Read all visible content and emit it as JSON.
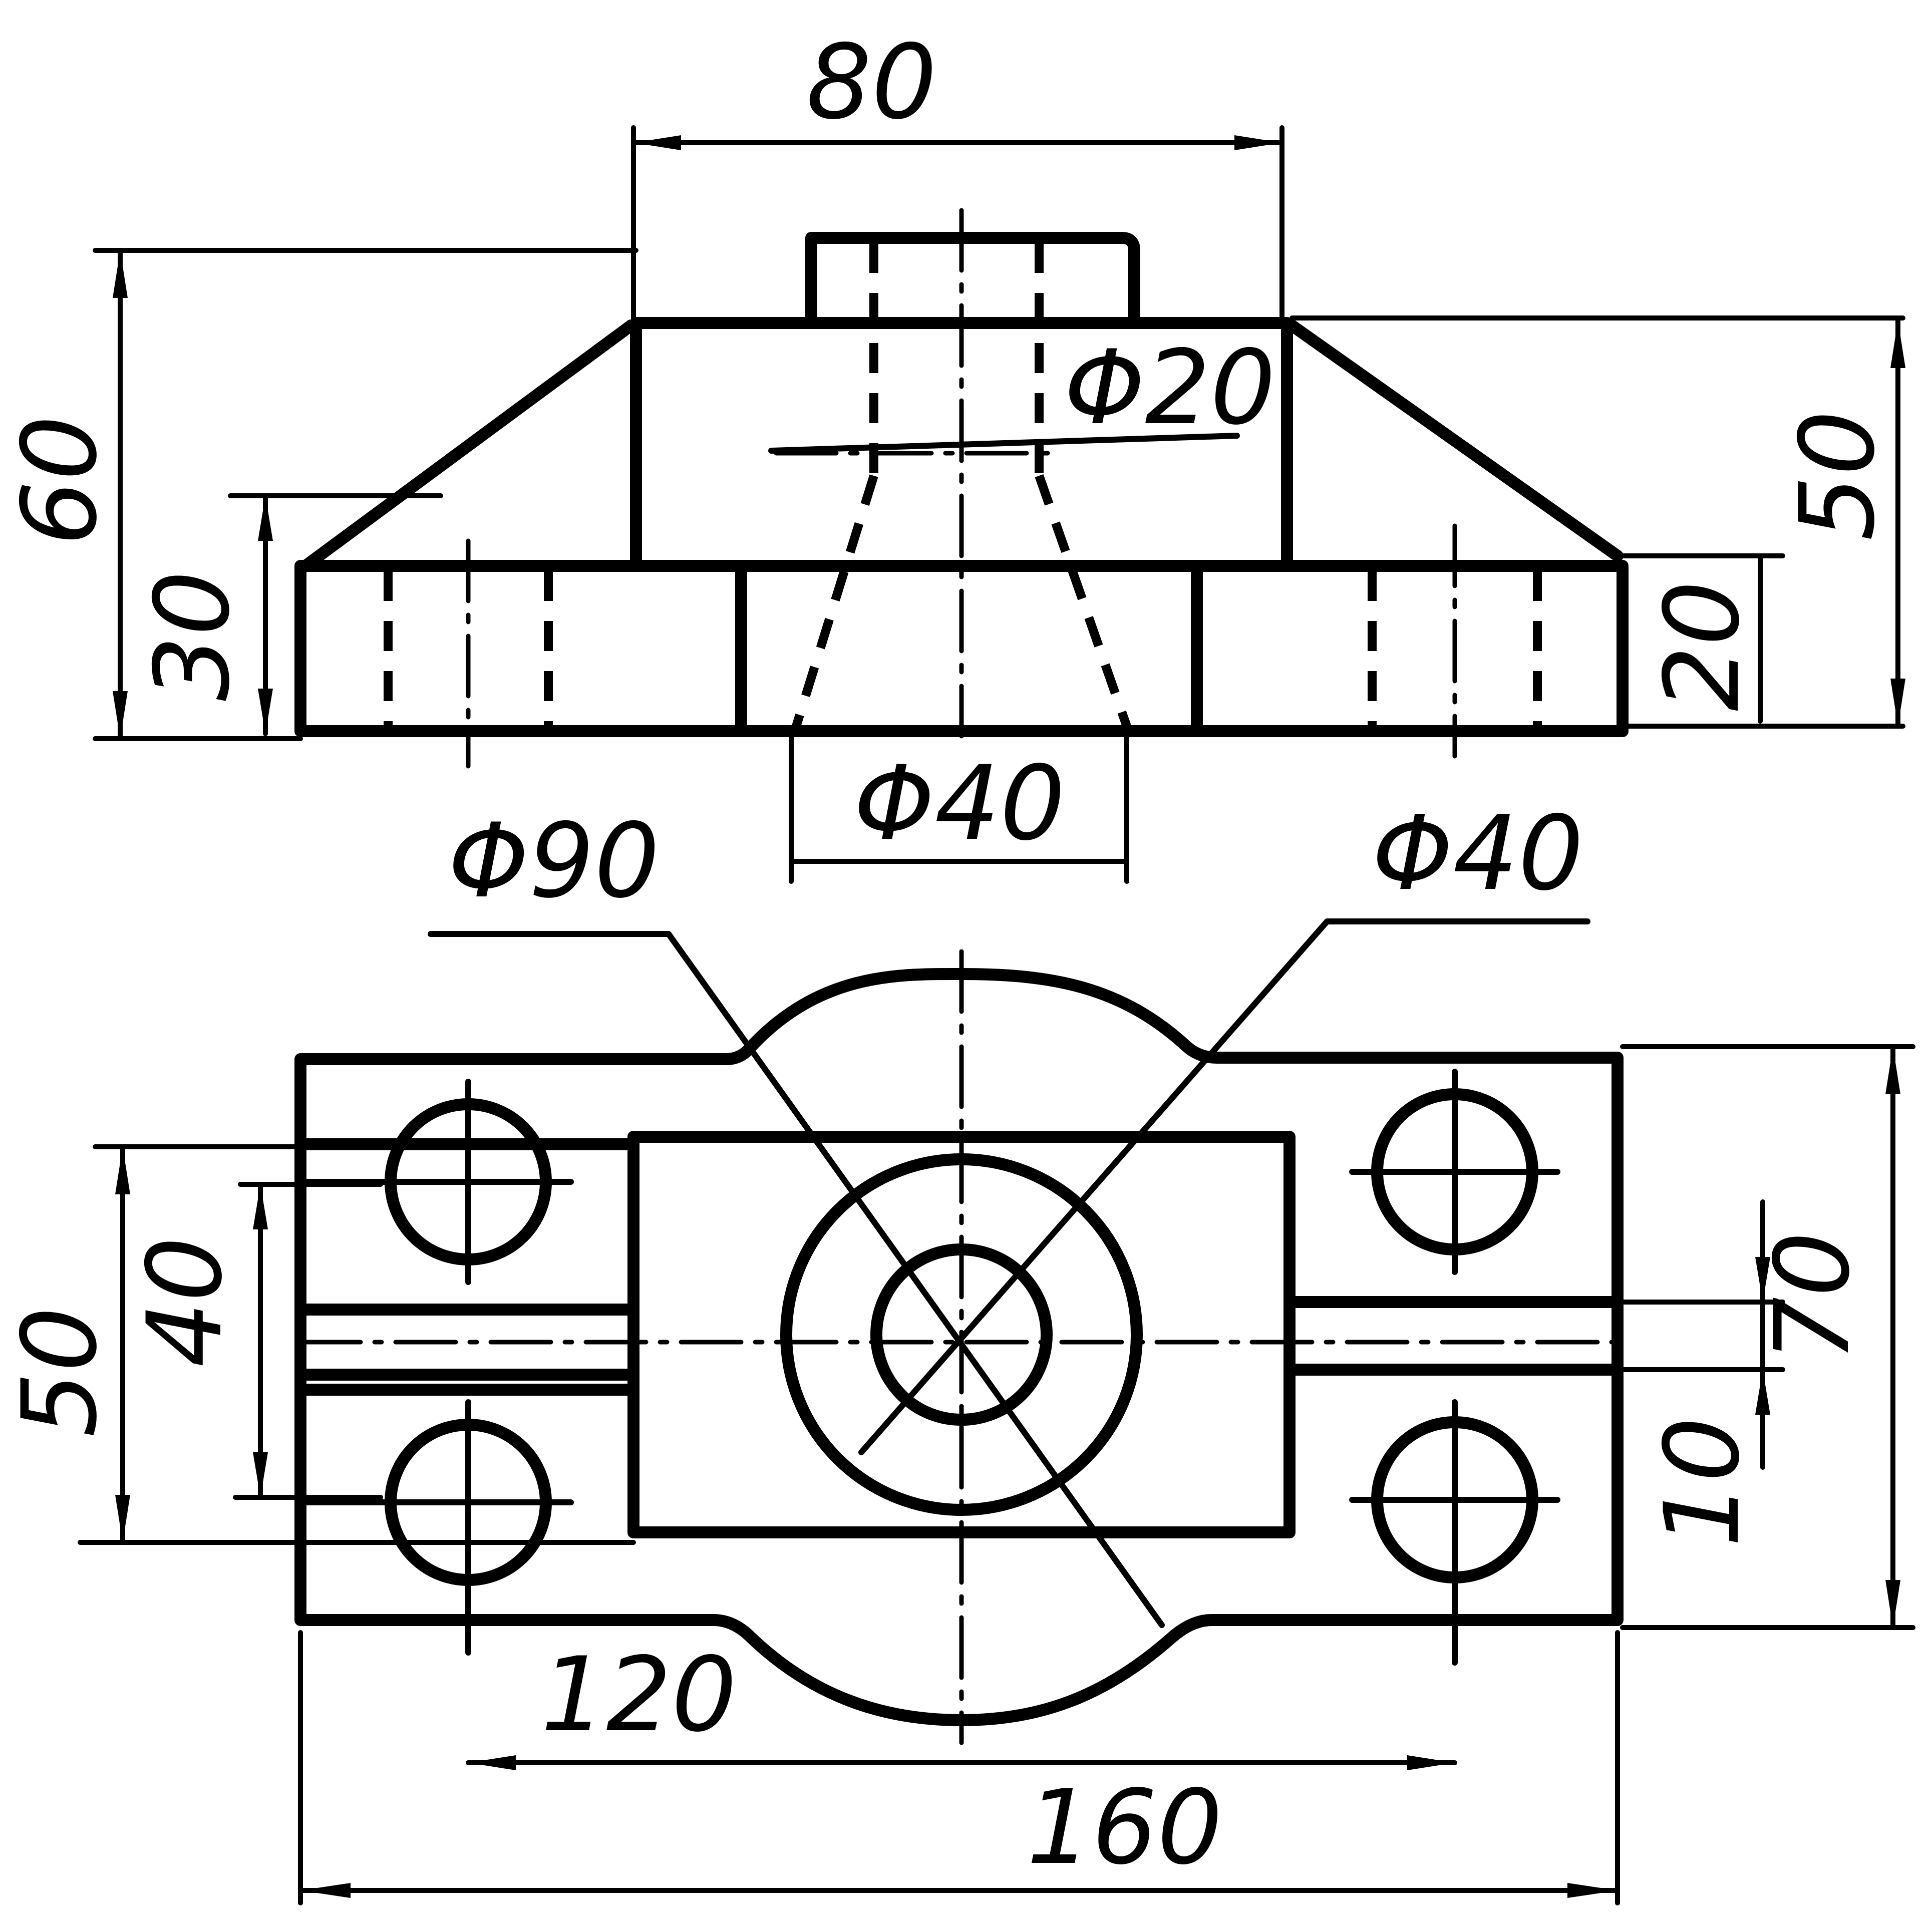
{
  "dimensions": {
    "top_width": "80",
    "total_height": "60",
    "base_height": "30",
    "hole_dia_top": "Φ20",
    "right_height": "50",
    "flange_thick": "20",
    "hole_dia_bottom": "Φ40",
    "outer_dia": "Φ90",
    "inner_dia": "Φ40",
    "plan_50": "50",
    "plan_40": "40",
    "plan_70": "70",
    "slot_10": "10",
    "center_spacing": "120",
    "overall_length": "160"
  }
}
